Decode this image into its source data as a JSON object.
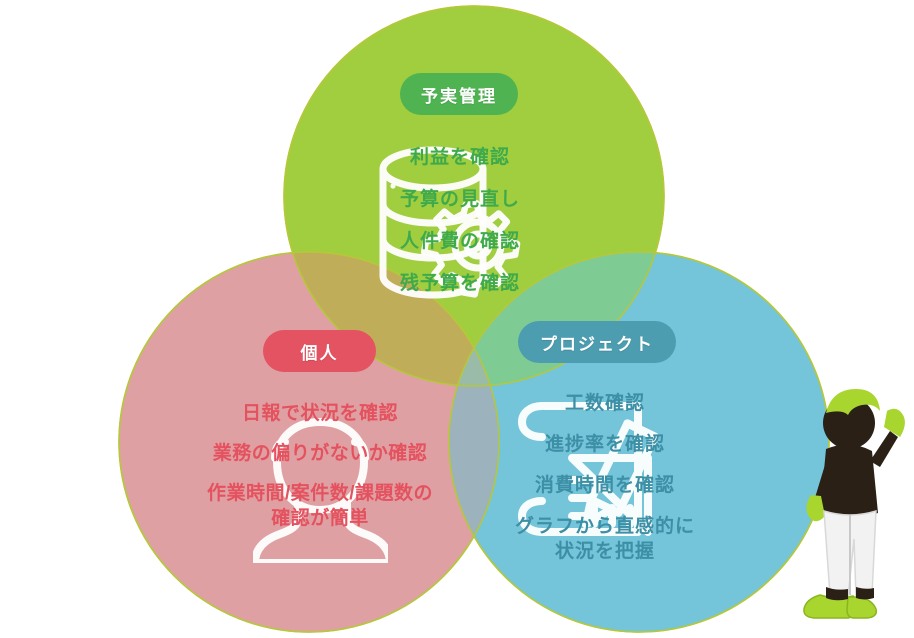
{
  "diagram": {
    "type": "venn-3-circle",
    "title_visible": false
  },
  "circles": {
    "green": {
      "badge_label": "予実管理",
      "badge_color": "#4fb352",
      "fill_color": "#a0ce3f",
      "text_color": "#3faa4c",
      "icon": "database-gear-icon",
      "lines": [
        "利益を確認",
        "予算の見直し",
        "人件費の確認",
        "残予算を確認"
      ]
    },
    "pink": {
      "badge_label": "個人",
      "badge_color": "#e35361",
      "fill_color": "#dfa0a3",
      "text_color": "#e4525f",
      "icon": "user-avatar-icon",
      "lines": [
        "日報で状況を確認",
        "業務の偏りがないか確認",
        "作業時間/案件数/課題数の",
        "確認が簡単"
      ]
    },
    "blue": {
      "badge_label": "プロジェクト",
      "badge_color": "#4d9db0",
      "fill_color": "#74c4da",
      "text_color": "#3d8fa6",
      "icon": "blueprint-ruler-pencil-icon",
      "lines": [
        "工数確認",
        "進捗率を確認",
        "消費時間を確認",
        "グラフから直感的に",
        "状況を把握"
      ]
    }
  },
  "character": {
    "name": "person-illustration",
    "hair_color": "#a8d52e",
    "shoe_color": "#a8d52e",
    "pants_color": "#f2f2f2",
    "body_color": "#2a2016"
  },
  "palette": {
    "background": "#ffffff",
    "circle_outline": "#b5c83a"
  }
}
